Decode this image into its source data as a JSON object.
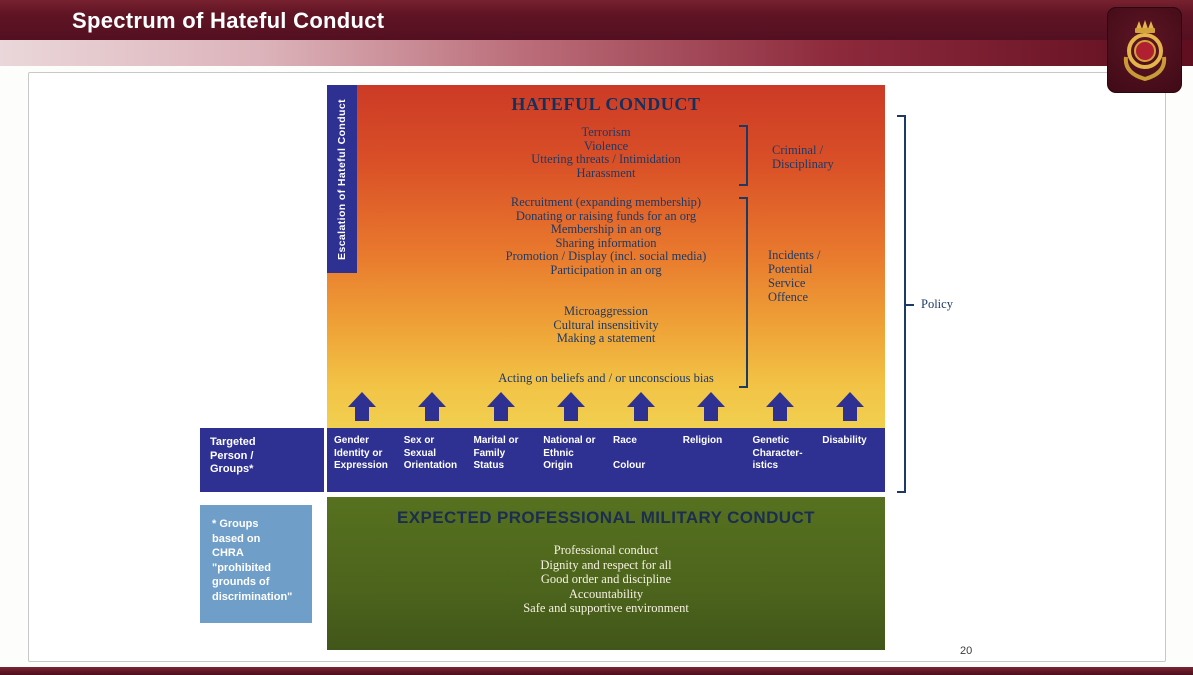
{
  "header": {
    "title": "Spectrum of Hateful Conduct"
  },
  "page_number": "20",
  "diagram": {
    "escalation_label": "Escalation of Hateful Conduct",
    "hateful_conduct_title": "HATEFUL CONDUCT",
    "criminal_group": [
      "Terrorism",
      "Violence",
      "Uttering threats / Intimidation",
      "Harassment"
    ],
    "incident_group_1": [
      "Recruitment (expanding membership)",
      "Donating or raising funds for an org",
      "Membership in an org",
      "Sharing information",
      "Promotion / Display (incl. social media)",
      "Participation in an org"
    ],
    "incident_group_2": [
      "Microaggression",
      "Cultural insensitivity",
      "Making a statement"
    ],
    "incident_group_3": [
      "Acting on beliefs and / or unconscious bias"
    ],
    "bracket_labels": {
      "criminal": "Criminal /\nDisciplinary",
      "incidents": "Incidents /\nPotential\nService\nOffence",
      "policy": "Policy"
    },
    "targeted_label": "Targeted\nPerson /\nGroups*",
    "grounds": [
      "Gender\nIdentity or\nExpression",
      "Sex or\nSexual\nOrientation",
      "Marital or\nFamily\nStatus",
      "National or\nEthnic\nOrigin",
      "Race\n\nColour",
      "Religion",
      "Genetic\nCharacter-\nistics",
      "Disability"
    ],
    "footnote": "* Groups\nbased on\nCHRA\n\"prohibited\ngrounds of\ndiscrimination\"",
    "expected": {
      "title": "EXPECTED PROFESSIONAL MILITARY CONDUCT",
      "items": [
        "Professional conduct",
        "Dignity and respect for all",
        "Good order and discipline",
        "Accountability",
        "Safe and supportive environment"
      ]
    }
  },
  "colors": {
    "header_maroon": "#5E1322",
    "navy": "#2E3192",
    "gradient_top": "#CC3A26",
    "gradient_bottom": "#F1CF50",
    "green": "#4C641C",
    "steel_blue": "#6F9EC9",
    "diagram_text": "#1D3A66"
  }
}
